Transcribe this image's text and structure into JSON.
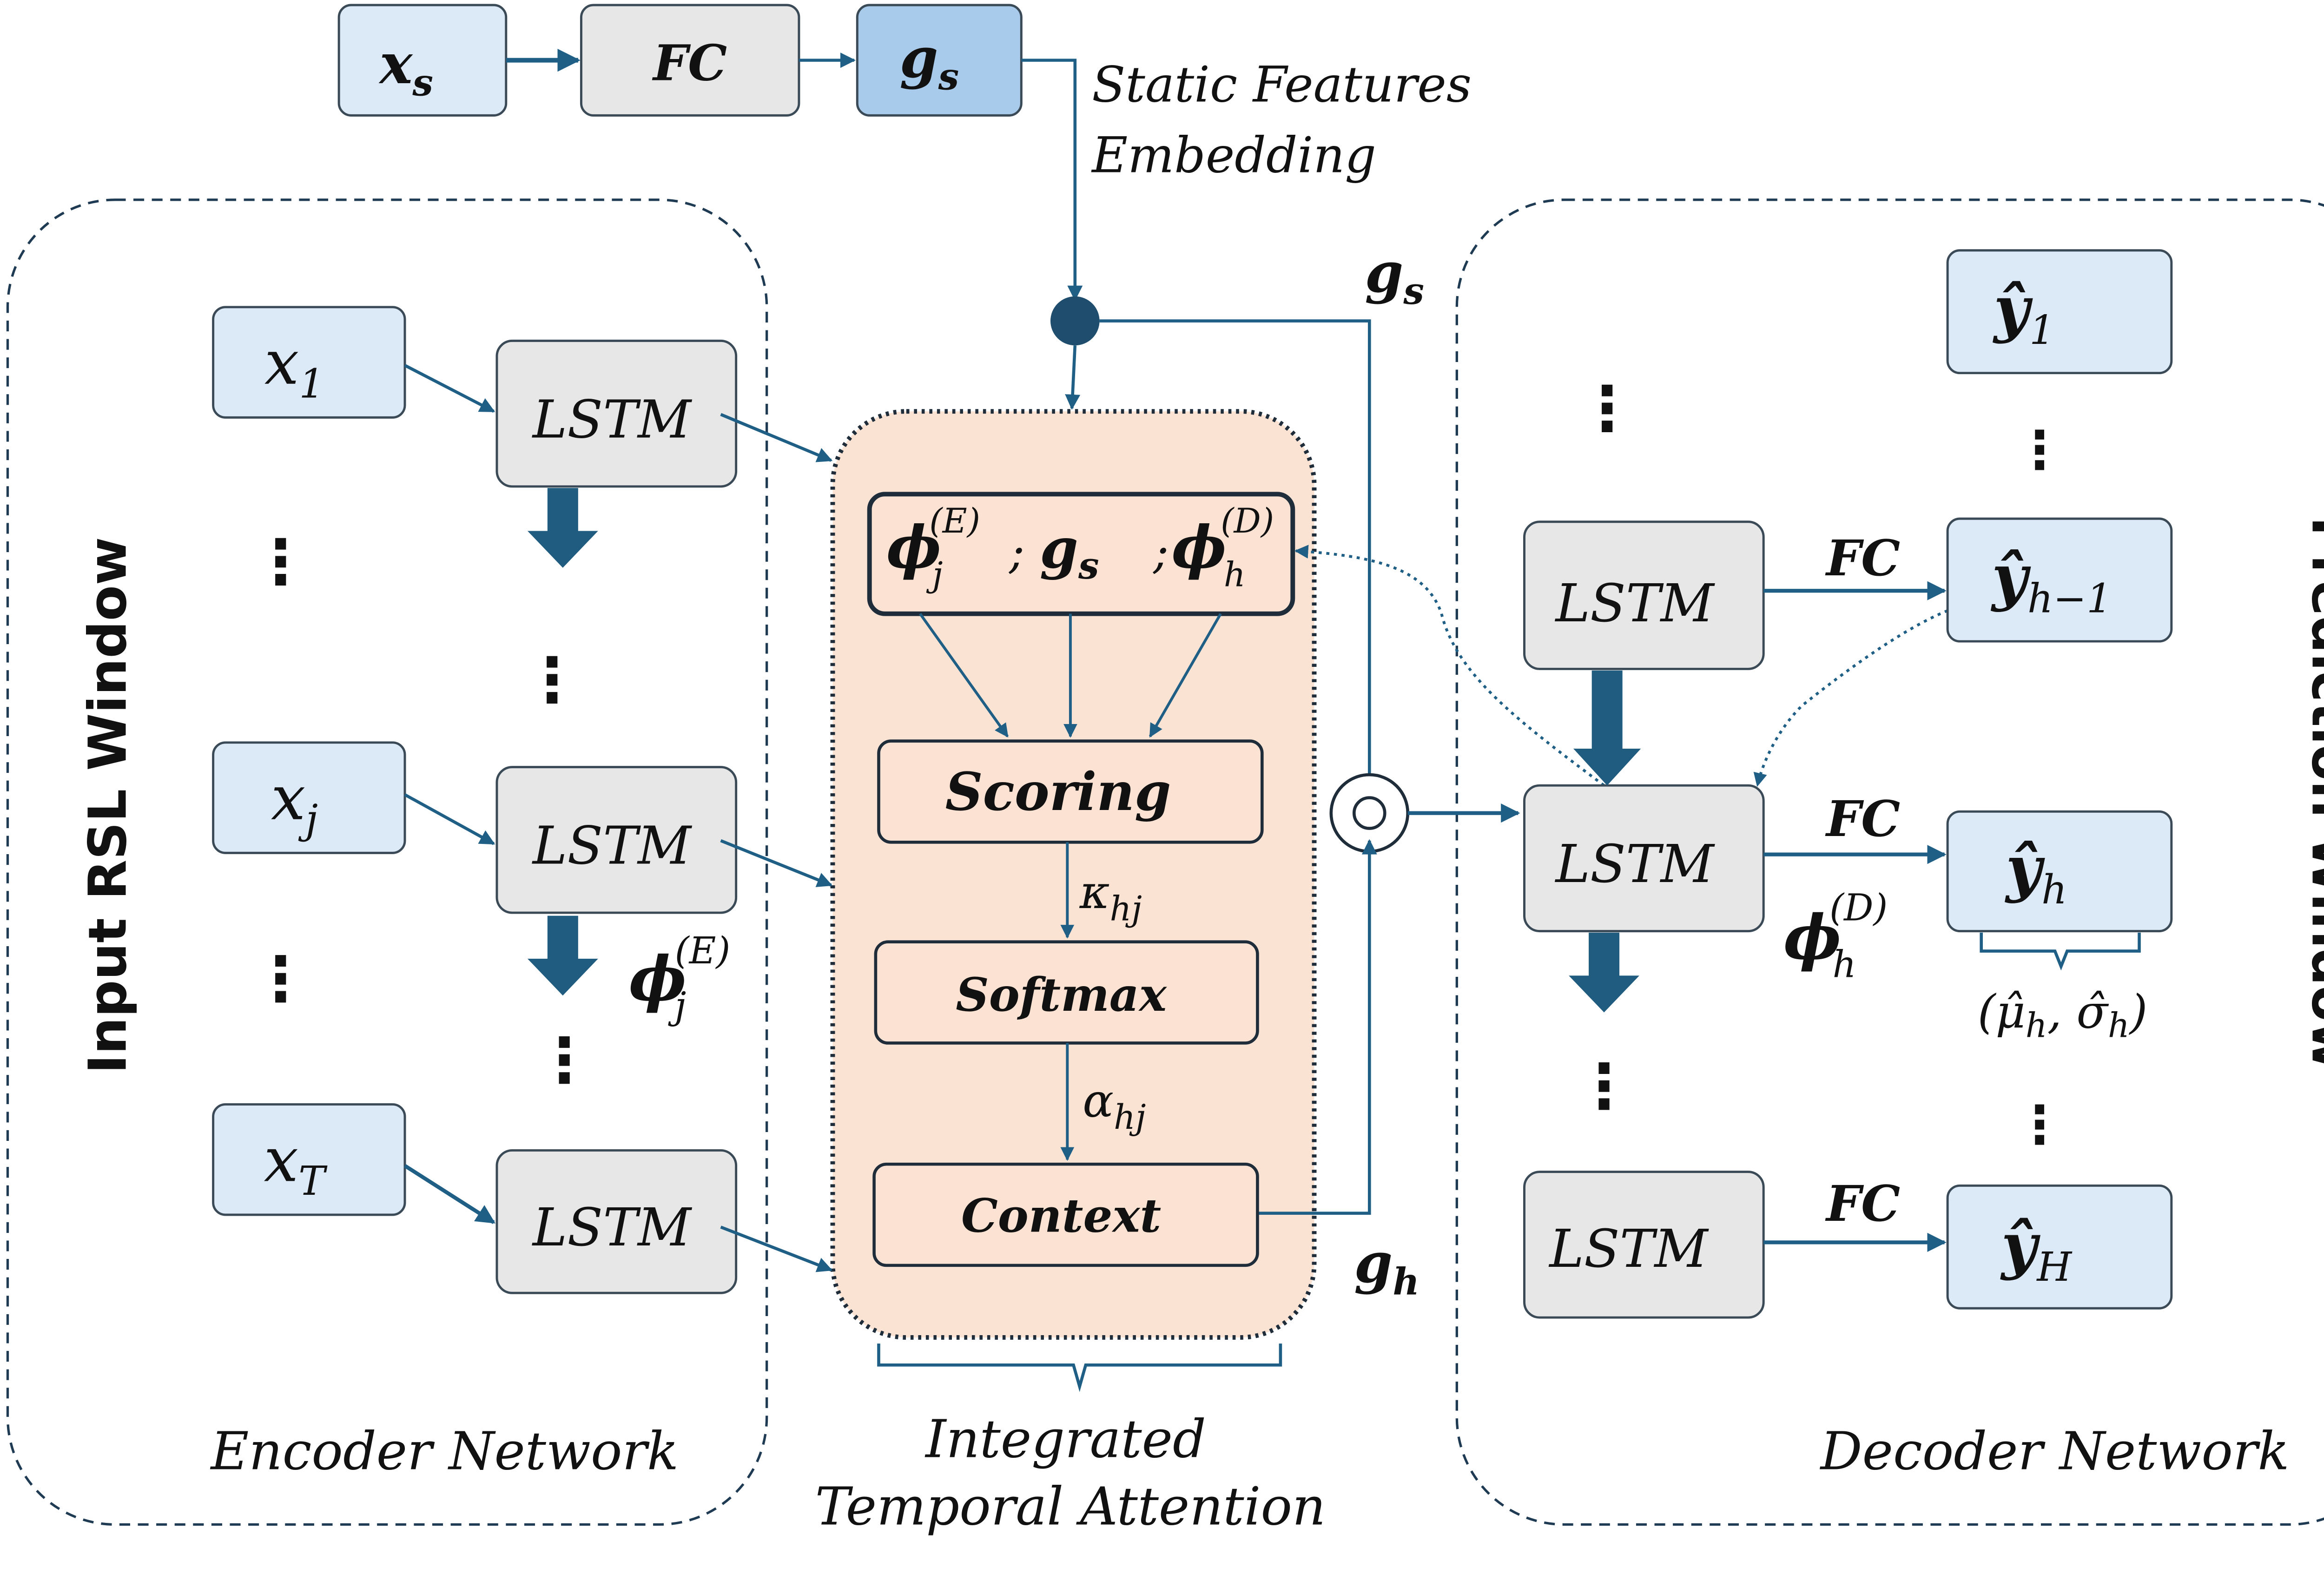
{
  "colors": {
    "stroke": "#1f5f86",
    "box_blue": "#dce9f7",
    "box_blue_dark": "#a9cbeb",
    "box_gray": "#e7e7e7",
    "attention_bg": "#fbe3d4",
    "attention_inner": "#fbe2d2",
    "arrow_thick": "#1f5c80",
    "text": "#111111"
  },
  "static": {
    "xs": "x",
    "xs_sub": "s",
    "fc": "FC",
    "gs": "g",
    "gs_sub": "s",
    "caption_line1": "Static Features",
    "caption_line2": "Embedding",
    "gs_right": "g",
    "gs_right_sub": "s"
  },
  "encoder": {
    "side_label": "Input RSL Window",
    "title": "Encoder Network",
    "inputs": [
      {
        "base": "x",
        "sub": "1"
      },
      {
        "base": "x",
        "sub": "j"
      },
      {
        "base": "x",
        "sub": "T"
      }
    ],
    "lstm_label": "LSTM",
    "phi": "ϕ",
    "phi_sub": "j",
    "phi_sup": "(E)",
    "dots": "⋮"
  },
  "attention": {
    "concat_phi": "ϕ",
    "concat_phi_sub": "j",
    "concat_phi_sup": "(E)",
    "concat_sep1": ";",
    "concat_g": "g",
    "concat_g_sub": "s",
    "concat_sep2": ";",
    "concat_phi2": "ϕ",
    "concat_phi2_sub": "h",
    "concat_phi2_sup": "(D)",
    "scoring": "Scoring",
    "kappa": "κ",
    "kappa_sub": "hj",
    "softmax": "Softmax",
    "alpha": "α",
    "alpha_sub": "hj",
    "context": "Context",
    "gh": "g",
    "gh_sub": "h",
    "title_line1": "Integrated",
    "title_line2": "Temporal Attention"
  },
  "decoder": {
    "side_label": "Prediction Window",
    "title": "Decoder Network",
    "lstm_label": "LSTM",
    "fc": "FC",
    "outputs": [
      {
        "base": "ŷ",
        "sub": "1"
      },
      {
        "base": "ŷ",
        "sub": "h−1"
      },
      {
        "base": "ŷ",
        "sub": "h"
      },
      {
        "base": "ŷ",
        "sub": "H"
      }
    ],
    "phi": "ϕ",
    "phi_sub": "h",
    "phi_sup": "(D)",
    "params": "(μ̂",
    "params_sub1": "h",
    "params_mid": ", σ̂",
    "params_sub2": "h",
    "params_end": ")",
    "dots": "⋮"
  }
}
